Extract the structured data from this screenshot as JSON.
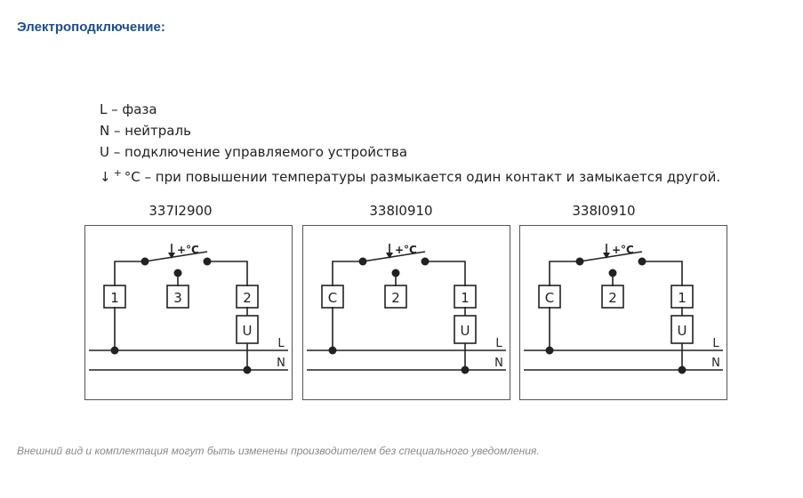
{
  "page": {
    "title": "Электроподключение:",
    "note": "Внешний вид и комплектация могут быть изменены производителем без специального уведомления."
  },
  "legend": {
    "l": "L – фаза",
    "n": "N – нейтраль",
    "u": "U – подключение управляемого устройства",
    "t_arrow": "↓",
    "t_plus": "+",
    "t_text": "°C – при повышении температуры размыкается один контакт и замыкается другой."
  },
  "diagrams": [
    {
      "label": "337I2900",
      "left_terminal": "1",
      "middle_terminal": "3",
      "right_terminal": "2",
      "load": "U",
      "temp": "+°C",
      "line_l": "L",
      "line_n": "N"
    },
    {
      "label": "338I0910",
      "left_terminal": "C",
      "middle_terminal": "2",
      "right_terminal": "1",
      "load": "U",
      "temp": "+°C",
      "line_l": "L",
      "line_n": "N"
    },
    {
      "label": "338I0910",
      "left_terminal": "C",
      "middle_terminal": "2",
      "right_terminal": "1",
      "load": "U",
      "temp": "+°C",
      "line_l": "L",
      "line_n": "N"
    }
  ]
}
